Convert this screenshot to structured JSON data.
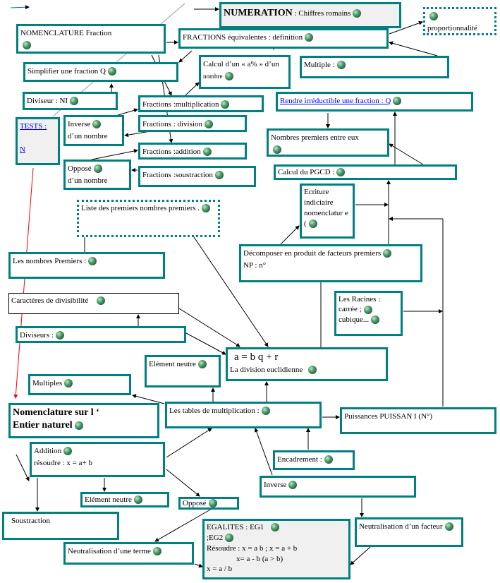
{
  "boxes": {
    "numeration_title": "NUMERATION",
    "numeration_sub": " : Chiffres romains",
    "proportionnalite": "proportionnalité",
    "nomenclature_fraction": "NOMENCLATURE  Fraction",
    "fractions_equivalentes": "FRACTIONS équivalentes : définition",
    "simplifier": "Simplifier une fraction   Q",
    "calcul_pourcent_1": "Calcul d’un  « a% » d’un",
    "calcul_pourcent_2": "nombre",
    "multiple": "Multiple :",
    "diviseur": "Diviseur : NI",
    "fractions_multiplication": "Fractions :multiplication",
    "rendre_irreductible": "Rendre irréductible une fraction : Q",
    "tests": "TESTS :",
    "tests_n": "N",
    "inverse_nombre_1": "Inverse",
    "inverse_nombre_2": "d’un nombre",
    "fractions_division": "Fractions : division",
    "premiers_entre_eux": "Nombres premiers entre eux",
    "fractions_addition": "Fractions :addition",
    "pgcd": "Calcul du PGCD :",
    "oppose_nombre_1": "Opposé",
    "oppose_nombre_2": "d’un nombre",
    "fractions_soustraction": "Fractions :soustraction",
    "ecriture_indiciaire": "Ecriture indiciaire nomenclatur e (",
    "liste_premiers": "Liste des premiers nombres premiers  .",
    "decomposer": "Décomposer en produit de facteurs premiers",
    "decomposer_np": "NP : n°",
    "nombres_premiers": "Les nombres Premiers :",
    "racines_1": "Les  Racines :",
    "racines_2": "carrée ;",
    "racines_3": "cubique...",
    "caracteres": "Caractères de divisibilité",
    "diviseurs": "Diviseurs :",
    "division_formula": "a  =  b  q    + r",
    "division_label": "La division euclidienne",
    "element_neutre_1": "Elément neutre",
    "multiples": "Multiples",
    "nomenclature_entier_1": "Nomenclature sur  l ‘",
    "nomenclature_entier_2": "Entier naturel",
    "tables": "Les tables de multiplication :",
    "puissances": "Puissances   PUISSAN I (N°)",
    "addition": "Addition",
    "addition_resoudre": "résoudre :  x  =  a+ b",
    "encadrement": "Encadrement :",
    "inverse": "Inverse",
    "element_neutre_2": "Elément neutre",
    "oppose": "Opposé",
    "soustraction": "Soustraction",
    "egalites_1": "EGALITES :  EG1",
    "egalites_2": ";EG2",
    "egalites_3": "Résoudre : x =  a b ; x  =  a + b",
    "egalites_4": "x=  a - b   (a > b)",
    "egalites_5": "x = a / b",
    "neutralisation_facteur": "Neutralisation d’un facteur",
    "neutralisation_terme": "Neutralisation d’une terme"
  },
  "colors": {
    "border": "#008080",
    "link": "#0000ff"
  }
}
